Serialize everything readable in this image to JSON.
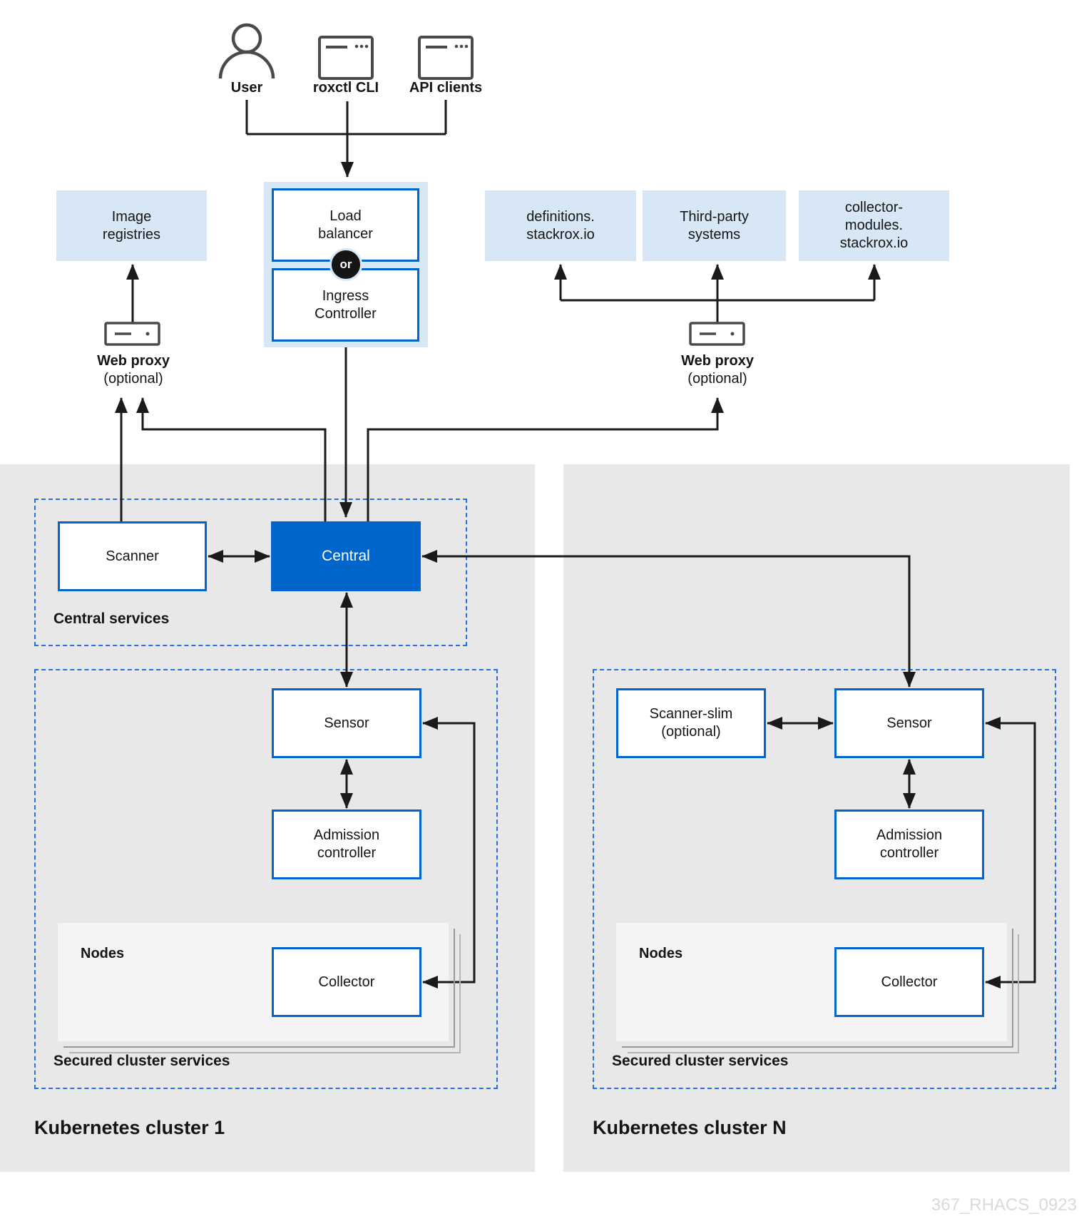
{
  "actors": {
    "user": "User",
    "roxctl": "roxctl CLI",
    "api_clients": "API clients"
  },
  "entry": {
    "load_balancer": "Load\nbalancer",
    "or_badge": "or",
    "ingress_controller": "Ingress\nController"
  },
  "external": {
    "image_registries": "Image\nregistries",
    "definitions": "definitions.\nstackrox.io",
    "third_party": "Third-party\nsystems",
    "collector_modules": "collector-\nmodules.\nstackrox.io"
  },
  "proxy_left": {
    "label": "Web proxy",
    "optional": "(optional)"
  },
  "proxy_right": {
    "label": "Web proxy",
    "optional": "(optional)"
  },
  "central": {
    "section_label": "Central services",
    "scanner": "Scanner",
    "central": "Central"
  },
  "cluster1": {
    "title": "Kubernetes cluster 1",
    "secured_label": "Secured cluster services",
    "sensor": "Sensor",
    "admission": "Admission\ncontroller",
    "nodes_label": "Nodes",
    "collector": "Collector"
  },
  "clusterN": {
    "title": "Kubernetes cluster N",
    "secured_label": "Secured cluster services",
    "scanner_slim": "Scanner-slim\n(optional)",
    "sensor": "Sensor",
    "admission": "Admission\ncontroller",
    "nodes_label": "Nodes",
    "collector": "Collector"
  },
  "watermark": "367_RHACS_0923",
  "colors": {
    "accent_blue": "#0066cc",
    "light_blue_fill": "#d7e7f6",
    "dashed_border_blue": "#2671e0",
    "panel_gray": "#e8e8e8",
    "nodes_panel_gray": "#f4f4f4",
    "line_color": "#1a1a1a",
    "icon_gray": "#4a4a4a",
    "watermark_gray": "#dadada"
  }
}
